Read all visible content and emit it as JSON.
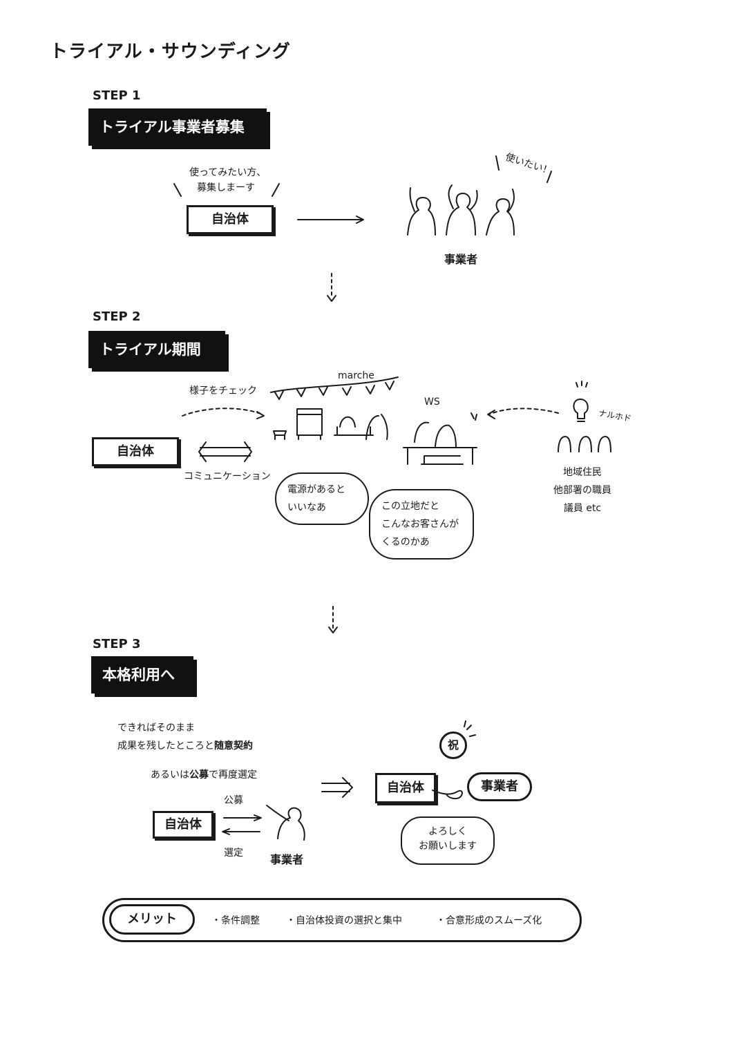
{
  "title": "トライアル・サウンディング",
  "step1": {
    "label": "STEP 1",
    "banner": "トライアル事業者募集",
    "speech_line1": "使ってみたい方、",
    "speech_line2": "募集しまーす",
    "municipality": "自治体",
    "shout": "使いたい！",
    "operators": "事業者"
  },
  "step2": {
    "label": "STEP 2",
    "banner": "トライアル期間",
    "observe": "様子をチェック",
    "marche": "marche",
    "ws": "WS",
    "municipality": "自治体",
    "communication": "コミュニケーション",
    "bubble1_line1": "電源があると",
    "bubble1_line2": "いいなあ",
    "bubble2_line1": "この立地だと",
    "bubble2_line2": "こんなお客さんが",
    "bubble2_line3": "くるのかあ",
    "naruhodo": "ナルホド",
    "stakeholders": [
      "地域住民",
      "他部署の職員",
      "議員 etc"
    ]
  },
  "step3": {
    "label": "STEP 3",
    "banner": "本格利用へ",
    "note_line1": "できればそのまま",
    "note_line2_a": "成果を残したところと",
    "note_line2_b": "随意契約",
    "note_line3_a": "あるいは",
    "note_line3_b": "公募",
    "note_line3_c": "で再度選定",
    "municipality": "自治体",
    "koubo": "公募",
    "sentei": "選定",
    "operator": "事業者",
    "celebrate": "祝",
    "municipality2": "自治体",
    "operator2": "事業者",
    "greet_line1": "よろしく",
    "greet_line2": "お願いします"
  },
  "merit": {
    "label": "メリット",
    "items": [
      "・条件調整",
      "・自治体投資の選択と集中",
      "・合意形成のスムーズ化"
    ]
  }
}
